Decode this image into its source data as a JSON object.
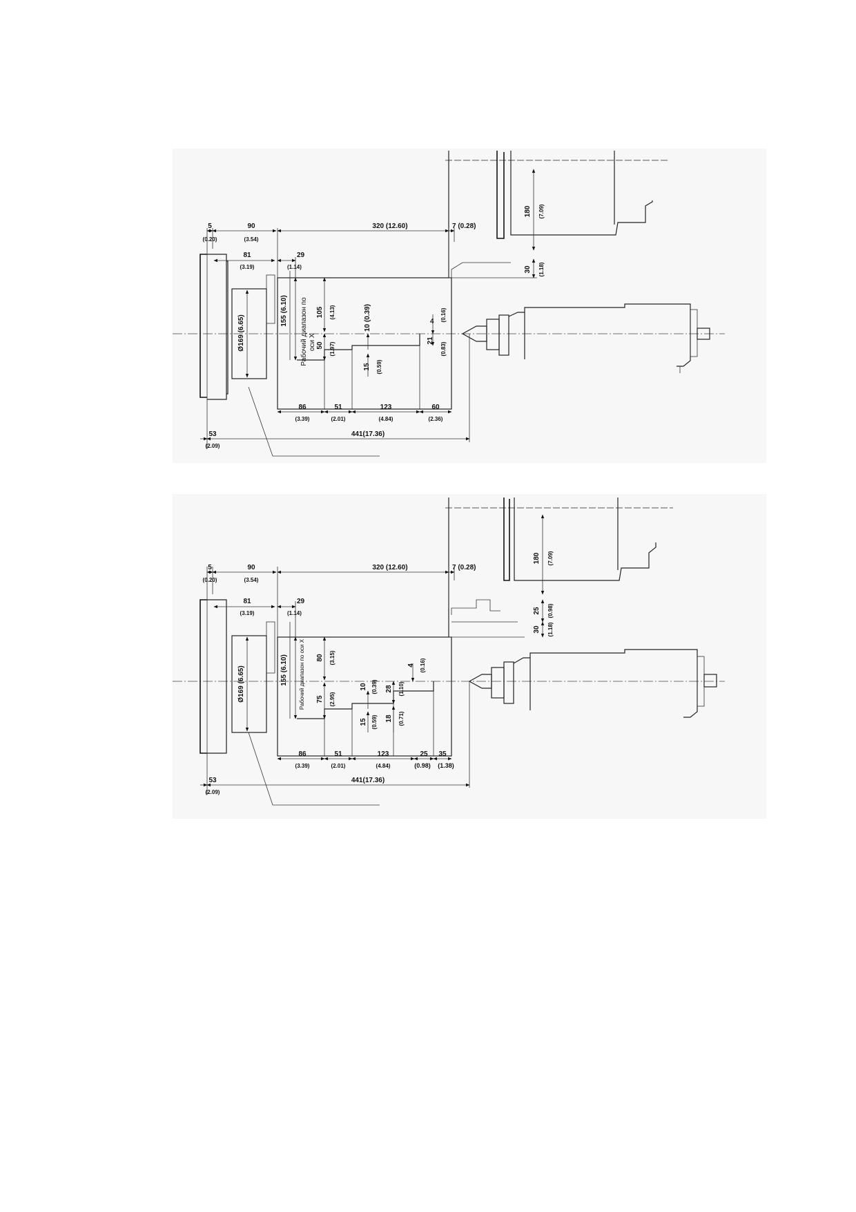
{
  "diagrams": [
    {
      "caption_line1": "Рабочий  диапазон  по",
      "caption_line2": "оси Х",
      "dims": {
        "d5": "5",
        "d5i": "(0.20)",
        "d90": "90",
        "d90i": "(3.54)",
        "d320": "320 (12.60)",
        "d7": "7 (0.28)",
        "d81": "81",
        "d81i": "(3.19)",
        "d29": "29",
        "d29i": "(1.14)",
        "d180": "180",
        "d180i": "(7.09)",
        "d30": "30",
        "d30i": "(1.18)",
        "d155": "155 (6.10)",
        "d169": "Ø169 (6.65)",
        "d105": "105",
        "d105i": "(4.13)",
        "d50": "50",
        "d50i": "(1.97)",
        "d10": "10 (0.39)",
        "d4": "4",
        "d4i": "(0.16)",
        "d21": "21",
        "d21i": "(0.83)",
        "d15": "15",
        "d15i": "(0.59)",
        "d86": "86",
        "d86i": "(3.39)",
        "d51": "51",
        "d51i": "(2.01)",
        "d123": "123",
        "d123i": "(4.84)",
        "d60": "60",
        "d60i": "(2.36)",
        "d53": "53",
        "d53i": "(2.09)",
        "d441": "441(17.36)"
      }
    },
    {
      "caption": "Рабочий диапазон по оси Х",
      "dims": {
        "d5": "5",
        "d5i": "(0.20)",
        "d90": "90",
        "d90i": "(3.54)",
        "d320": "320 (12.60)",
        "d7": "7 (0.28)",
        "d81": "81",
        "d81i": "(3.19)",
        "d29": "29",
        "d29i": "(1.14)",
        "d180": "180",
        "d180i": "(7.09)",
        "d25": "25",
        "d25i": "(0.98)",
        "d30": "30",
        "d30i": "(1.18)",
        "d155": "155 (6.10)",
        "d169": "Ø169 (6.65)",
        "d80": "80",
        "d80i": "(3.15)",
        "d75": "75",
        "d75i": "(2.95)",
        "d10": "10",
        "d10i": "(0.39)",
        "d4": "4",
        "d4i": "(0.16)",
        "d28": "28",
        "d28i": "(1.10)",
        "d15": "15",
        "d15i": "(0.59)",
        "d18": "18",
        "d18i": "(0.71)",
        "d86": "86",
        "d86i": "(3.39)",
        "d51": "51",
        "d51i": "(2.01)",
        "d123": "123",
        "d123i": "(4.84)",
        "d25b": "25",
        "d25bi": "(0.98)",
        "d35": "35",
        "d35i": "(1.38)",
        "d53": "53",
        "d53i": "(2.09)",
        "d441": "441(17.36)"
      }
    }
  ]
}
